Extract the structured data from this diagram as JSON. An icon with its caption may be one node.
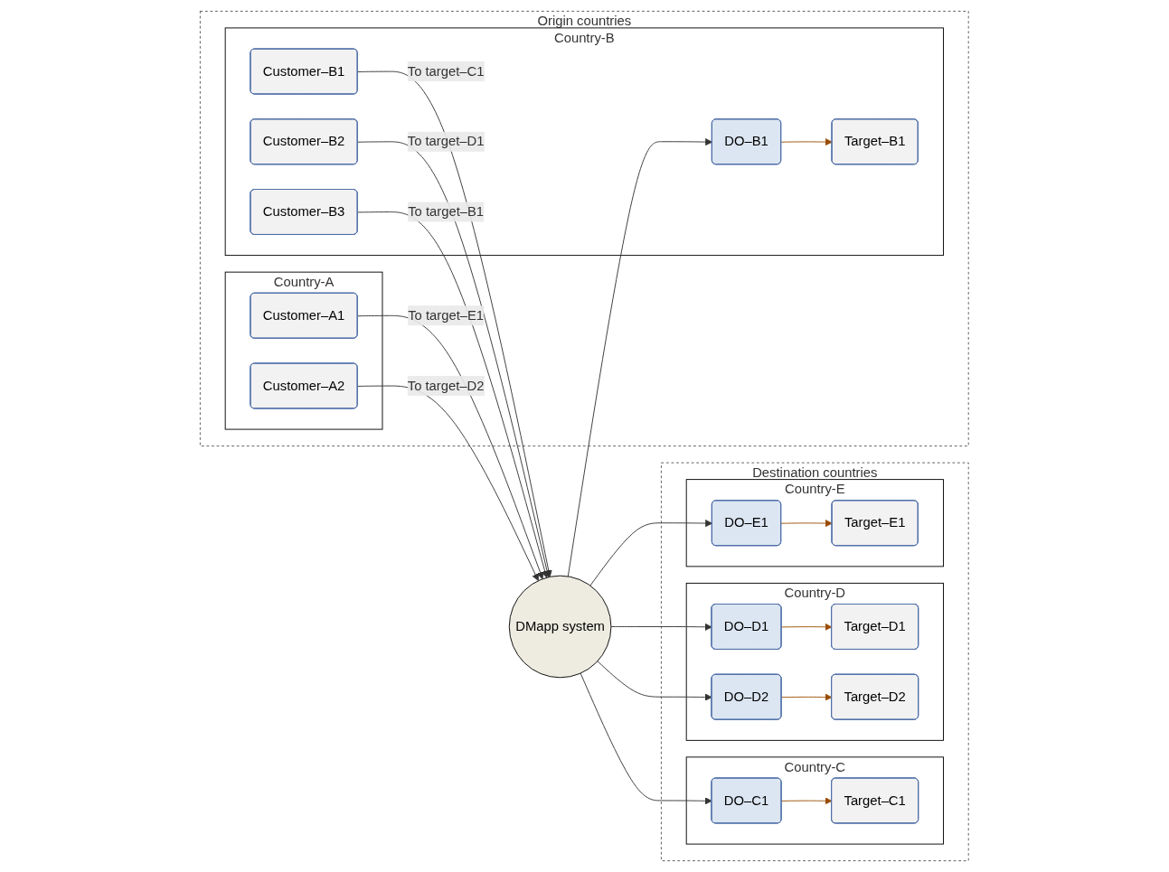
{
  "diagram": {
    "nodes": [
      {
        "text": [
          "Origin countries"
        ]
      },
      {
        "text": [
          "Country-A"
        ],
        "in": 0
      },
      {
        "text": [
          "Customer–A1"
        ],
        "in": 1
      },
      {
        "text": [
          "Customer–A2"
        ],
        "in": 1
      },
      {
        "text": [
          "Country-B"
        ],
        "in": 0
      },
      {
        "text": [
          "Customer–B1"
        ],
        "in": 4
      },
      {
        "text": [
          "Customer–B2"
        ],
        "in": 4
      },
      {
        "text": [
          "Customer–B3"
        ],
        "in": 4
      },
      {
        "text": [
          "DO–B1"
        ],
        "in": 4
      },
      {
        "text": [
          "Target–B1"
        ],
        "in": 4
      },
      {
        "text": [
          "DMapp system"
        ]
      },
      {
        "text": [
          "Destination countries"
        ]
      },
      {
        "text": [
          "Country-C"
        ],
        "in": 11
      },
      {
        "text": [
          "DO–C1"
        ],
        "in": 12
      },
      {
        "text": [
          "Target–C1"
        ],
        "in": 12
      },
      {
        "text": [
          "Country-D"
        ],
        "in": 11
      },
      {
        "text": [
          "DO–D1"
        ],
        "in": 15
      },
      {
        "text": [
          "Target–D1"
        ],
        "in": 15
      },
      {
        "text": [
          "DO–D2"
        ],
        "in": 15
      },
      {
        "text": [
          "Target–D2"
        ],
        "in": 15
      },
      {
        "text": [
          "Country-E"
        ],
        "in": 11
      },
      {
        "text": [
          "DO–E1"
        ],
        "in": 20
      },
      {
        "text": [
          "Target–E1"
        ],
        "in": 20
      }
    ],
    "edges": [
      {
        "from": 2,
        "to": 10,
        "arrow": "to",
        "label": "To target–E1"
      },
      {
        "from": 3,
        "to": 10,
        "arrow": "to",
        "label": "To target–D2"
      },
      {
        "from": 5,
        "to": 10,
        "arrow": "to",
        "label": "To target–C1"
      },
      {
        "from": 6,
        "to": 10,
        "arrow": "to",
        "label": "To target–D1"
      },
      {
        "from": 7,
        "to": 10,
        "arrow": "to",
        "label": "To target–B1"
      },
      {
        "from": 10,
        "to": 8,
        "arrow": "to"
      },
      {
        "from": 8,
        "to": 9,
        "arrow": "to",
        "color": "#994c00"
      },
      {
        "from": 10,
        "to": 13,
        "arrow": "to"
      },
      {
        "from": 13,
        "to": 14,
        "arrow": "to",
        "color": "#994c00"
      },
      {
        "from": 10,
        "to": 16,
        "arrow": "to"
      },
      {
        "from": 16,
        "to": 17,
        "arrow": "to",
        "color": "#994c00"
      },
      {
        "from": 10,
        "to": 18,
        "arrow": "to"
      },
      {
        "from": 18,
        "to": 19,
        "arrow": "to",
        "color": "#994c00"
      },
      {
        "from": 10,
        "to": 21,
        "arrow": "to"
      },
      {
        "from": 21,
        "to": 22,
        "arrow": "to",
        "color": "#994c00"
      }
    ]
  }
}
